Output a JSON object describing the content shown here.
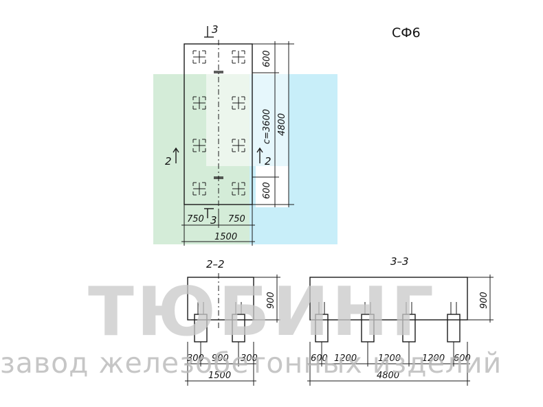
{
  "title": "СФ6",
  "plan": {
    "section_mark_top": "3",
    "section_mark_left": "2",
    "section_mark_right": "2",
    "section_mark_bottom": "3",
    "dim_top": "600",
    "dim_middle": "c=3600",
    "dim_bottom": "600",
    "dim_total_height": "4800",
    "dim_half_left": "750",
    "dim_half_right": "750",
    "dim_total_width": "1500"
  },
  "section_2_2": {
    "label": "2–2",
    "dim_height": "900",
    "dim_left": "300",
    "dim_middle": "900",
    "dim_right": "300",
    "dim_total": "1500"
  },
  "section_3_3": {
    "label": "3–3",
    "dim_height": "900",
    "dim_end_left": "600",
    "dim_span_1": "1200",
    "dim_span_2": "1200",
    "dim_span_3": "1200",
    "dim_end_right": "600",
    "dim_total": "4800"
  },
  "watermark": {
    "brand": "ТЮБИНГ",
    "tagline": "завод железобетонных изделий",
    "colors": {
      "green": "#d4ecd8",
      "blue": "#c8eef9"
    }
  }
}
